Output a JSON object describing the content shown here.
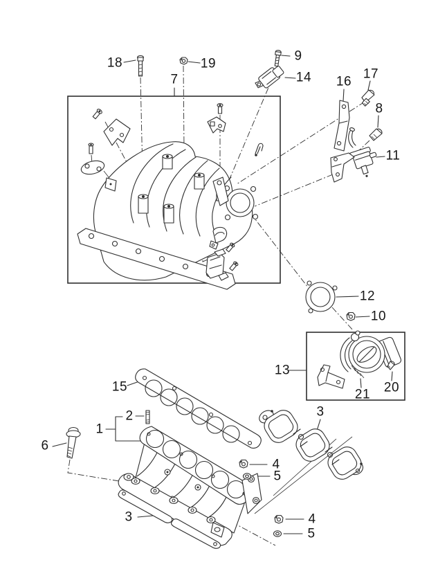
{
  "palette": {
    "background": "#ffffff",
    "line_color": "#2e2e2e",
    "label_color": "#161616"
  },
  "callouts": {
    "c1": "1",
    "c2": "2",
    "c3_port_gasket": "3",
    "c3_manifold_gasket": "3",
    "c4_upper": "4",
    "c4_lower": "4",
    "c5_upper": "5",
    "c5_lower": "5",
    "c6": "6",
    "c7": "7",
    "c8": "8",
    "c9": "9",
    "c10": "10",
    "c11": "11",
    "c12": "12",
    "c13": "13",
    "c14": "14",
    "c15": "15",
    "c16": "16",
    "c17": "17",
    "c18": "18",
    "c19": "19",
    "c20": "20",
    "c21": "21"
  }
}
